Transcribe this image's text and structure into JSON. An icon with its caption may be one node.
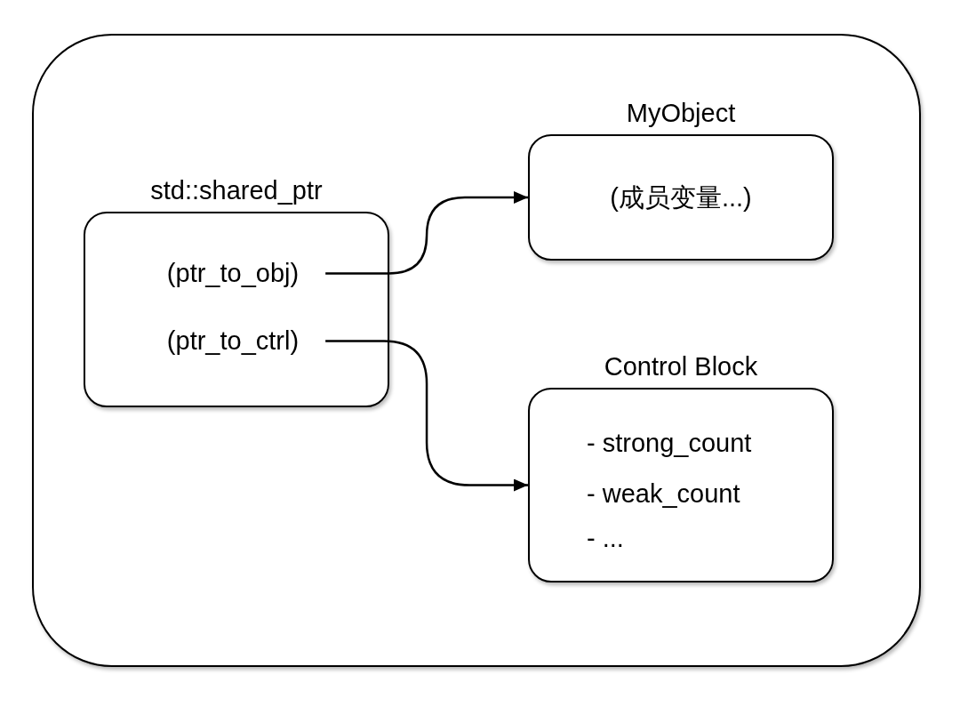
{
  "diagram": {
    "nodes": [
      {
        "text": [],
        "shape": "box"
      },
      {
        "text": [
          "std::shared_ptr"
        ],
        "in": 0
      },
      {
        "text": [
          "(ptr_to_obj)"
        ],
        "in": 1
      },
      {
        "text": [
          "(ptr_to_ctrl)"
        ],
        "in": 1
      },
      {
        "text": [
          "MyObject",
          "(成员变量...)"
        ],
        "in": 0
      },
      {
        "text": [
          "Control Block",
          "- strong_count",
          "- weak_count",
          "- ..."
        ],
        "in": 0
      }
    ],
    "edges": [
      {
        "from": 2,
        "to": 4,
        "arrow": "to"
      },
      {
        "from": 3,
        "to": 5,
        "arrow": "to"
      }
    ]
  }
}
